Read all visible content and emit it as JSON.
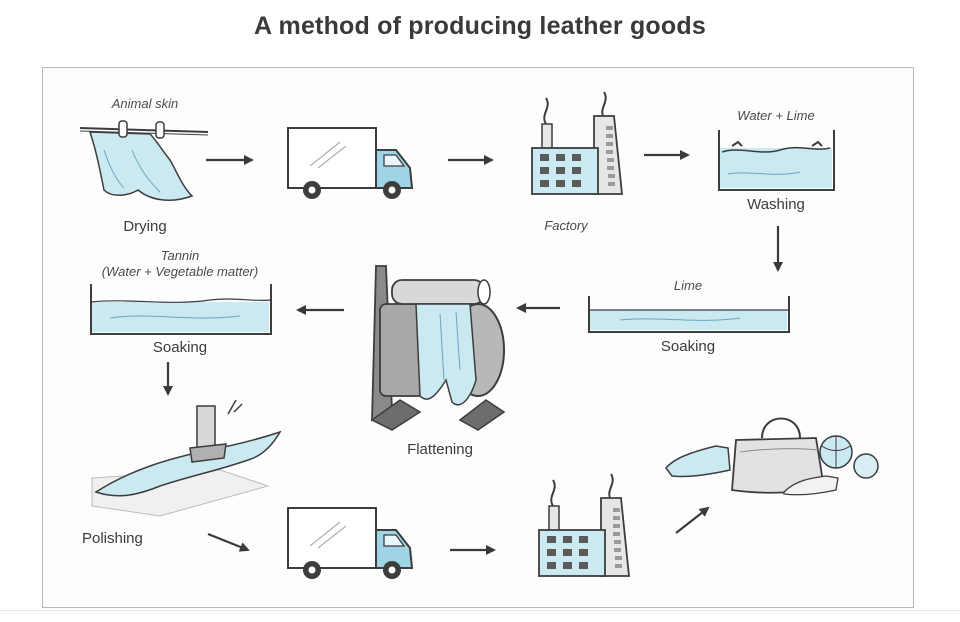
{
  "title": "A method of producing leather goods",
  "labels": {
    "animal_skin": "Animal skin",
    "drying": "Drying",
    "factory": "Factory",
    "water_lime": "Water + Lime",
    "washing": "Washing",
    "tannin": "Tannin",
    "tannin_detail": "(Water + Vegetable matter)",
    "soaking_tannin": "Soaking",
    "lime": "Lime",
    "soaking_lime": "Soaking",
    "flattening": "Flattening",
    "polishing": "Polishing"
  },
  "colors": {
    "water": "#cbe9f1",
    "water_line": "#6aa7bd",
    "truck_cab": "#9fd3e6",
    "outline": "#3d3d3d",
    "arrow": "#3a3a3a"
  }
}
